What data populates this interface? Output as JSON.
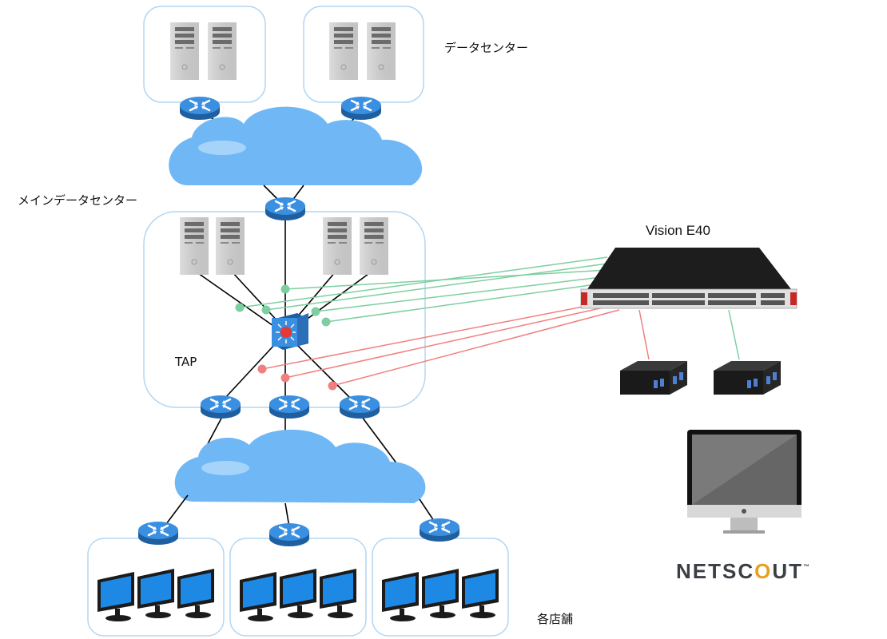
{
  "labels": {
    "datacenter": "データセンター",
    "main_datacenter": "メインデータセンター",
    "tap": "TAP",
    "device": "Vision E40",
    "stores": "各店舗"
  },
  "brand": {
    "prefix": "NETSC",
    "accent": "O",
    "suffix": "UT",
    "tm": "™"
  },
  "colors": {
    "cloud": "#6fb8f5",
    "router": "#2f7fce",
    "monitor_screen": "#1e88e5",
    "green_link": "#7dcfa0",
    "red_link": "#f08080",
    "brand_accent": "#e8a020",
    "device_red": "#c62828"
  },
  "icons": {
    "router": "router-icon",
    "core_switch": "core-switch-icon",
    "server": "server-icon",
    "monitor": "monitor-icon",
    "cloud": "cloud-icon",
    "probe": "probe-icon",
    "packet_broker": "packet-broker-icon",
    "display": "imac-icon"
  }
}
